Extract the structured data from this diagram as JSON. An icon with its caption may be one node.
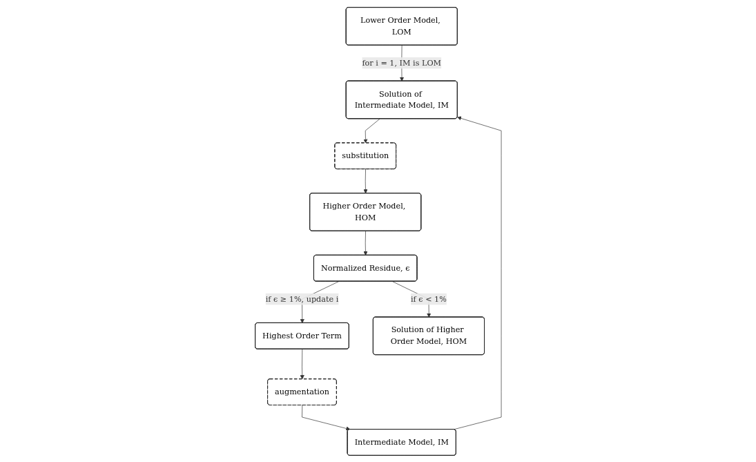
{
  "diagram": {
    "nodes": [
      {
        "text": [
          "Lower Order Model, LOM"
        ]
      },
      {
        "text": [
          "Solution of Intermediate Model, IM"
        ]
      },
      {
        "text": [
          "Intermediate Model, IM"
        ]
      },
      {
        "text": [
          "substitution"
        ]
      },
      {
        "text": [
          "augmentation"
        ]
      },
      {
        "text": [
          "Higher Order Model, HOM"
        ]
      },
      {
        "text": [
          "Normalized Residue, ϵ"
        ]
      },
      {
        "text": [
          "Highest Order Term"
        ]
      },
      {
        "text": [
          "Solution of Higher Order Model, HOM"
        ]
      }
    ],
    "edges": [
      {
        "from": 0,
        "to": 1,
        "arrow": "to",
        "label": "for i = 1, IM is LOM"
      },
      {
        "from": 2,
        "to": 1,
        "arrow": "to"
      },
      {
        "from": 1,
        "to": 3,
        "arrow": "to"
      },
      {
        "from": 3,
        "to": 5,
        "arrow": "to"
      },
      {
        "from": 5,
        "to": 6,
        "arrow": "to"
      },
      {
        "from": 6,
        "to": 7,
        "arrow": "to",
        "label": "if ϵ ≥ 1%, update i"
      },
      {
        "from": 7,
        "to": 4,
        "arrow": "to"
      },
      {
        "from": 4,
        "to": 2,
        "arrow": "to"
      },
      {
        "from": 6,
        "to": 8,
        "arrow": "to",
        "label": "if ϵ < 1%"
      }
    ]
  }
}
